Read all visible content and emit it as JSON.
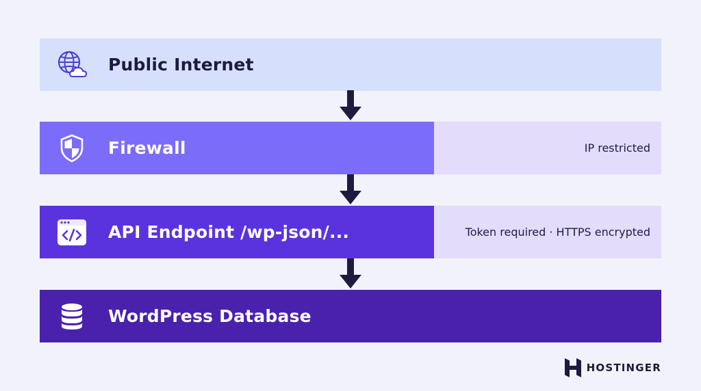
{
  "layers": [
    {
      "title": "Public Internet",
      "icon": "globe-cloud-icon",
      "note": ""
    },
    {
      "title": "Firewall",
      "icon": "shield-icon",
      "note": "IP restricted"
    },
    {
      "title": "API Endpoint /wp-json/...",
      "icon": "code-window-icon",
      "note": "Token required · HTTPS encrypted"
    },
    {
      "title": "WordPress Database",
      "icon": "database-icon",
      "note": ""
    }
  ],
  "brand": {
    "name": "HOSTINGER",
    "icon": "hostinger-logo"
  },
  "colors": {
    "background": "#f2f2fa",
    "layer_public": "#d6e0fd",
    "layer_firewall": "#7b6cfa",
    "layer_api": "#5a33df",
    "layer_database": "#4a21ad",
    "note_panel": "#e3dcfb",
    "arrow": "#1e1a40"
  }
}
